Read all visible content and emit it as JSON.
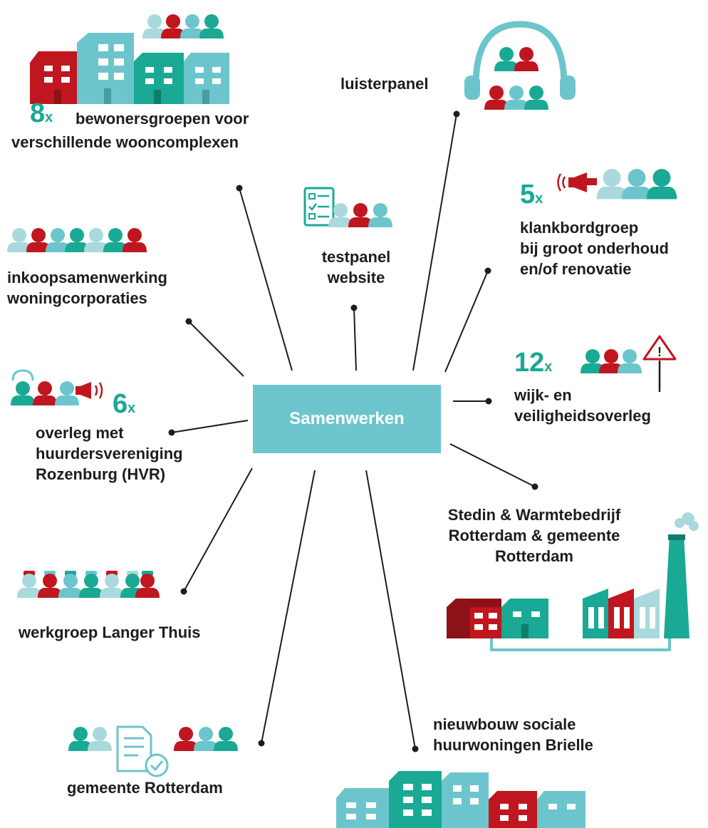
{
  "center": {
    "label": "Samenwerken"
  },
  "nodes": {
    "bewonersgroepen": {
      "count": "8",
      "x": "x",
      "line1": "bewonersgroepen voor",
      "line2": "verschillende wooncomplexen"
    },
    "luisterpanel": {
      "label": "luisterpanel"
    },
    "testpanel": {
      "line1": "testpanel",
      "line2": "website"
    },
    "klankbord": {
      "count": "5",
      "x": "x",
      "line1": "klankbordgroep",
      "line2": "bij groot onderhoud",
      "line3": "en/of renovatie"
    },
    "inkoop": {
      "line1": "inkoopsamenwerking",
      "line2": "woningcorporaties"
    },
    "wijk": {
      "count": "12",
      "x": "x",
      "line1": "wijk- en",
      "line2": "veiligheidsoverleg"
    },
    "hvr": {
      "count": "6",
      "x": "x",
      "line1": "overleg met",
      "line2": "huurdersvereniging",
      "line3": "Rozenburg (HVR)"
    },
    "stedin": {
      "line1": "Stedin & Warmtebedrijf",
      "line2": "Rotterdam & gemeente",
      "line3": "Rotterdam"
    },
    "langer": {
      "label": "werkgroep Langer Thuis"
    },
    "gemeente": {
      "label": "gemeente Rotterdam"
    },
    "brielle": {
      "line1": "nieuwbouw sociale",
      "line2": "huurwoningen Brielle"
    }
  },
  "colors": {
    "teal": "#19a994",
    "light_teal": "#6cc5cc",
    "pale_teal": "#a9d9dc",
    "red": "#c0161f",
    "dark_red": "#8c1217",
    "dark_teal": "#0f7d6c",
    "text": "#1d1d1b"
  }
}
